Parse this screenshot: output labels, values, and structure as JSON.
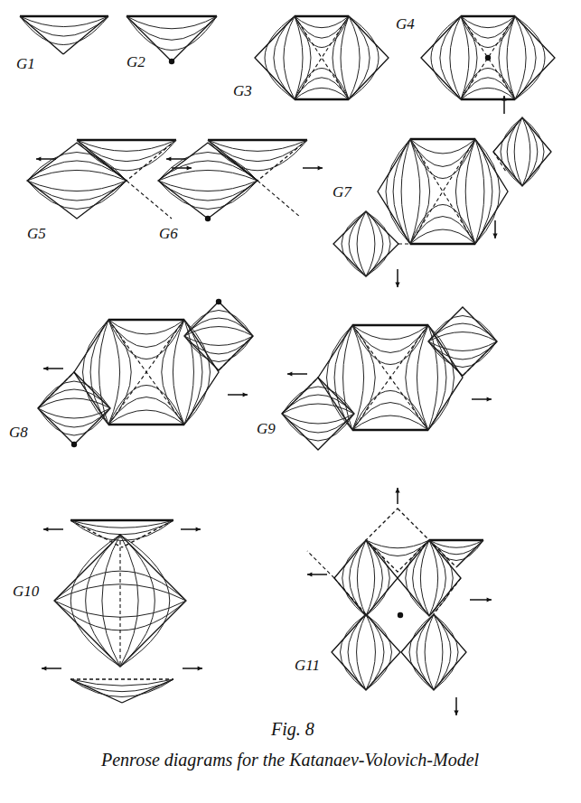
{
  "diagram": {
    "caption": "Penrose diagrams for the Katanaev-Volovich-Model",
    "labels": [
      "G1",
      "G2",
      "G3",
      "G4",
      "G5",
      "G6",
      "G7",
      "G8",
      "G9",
      "G10",
      "G11",
      "Fig. 8"
    ]
  }
}
